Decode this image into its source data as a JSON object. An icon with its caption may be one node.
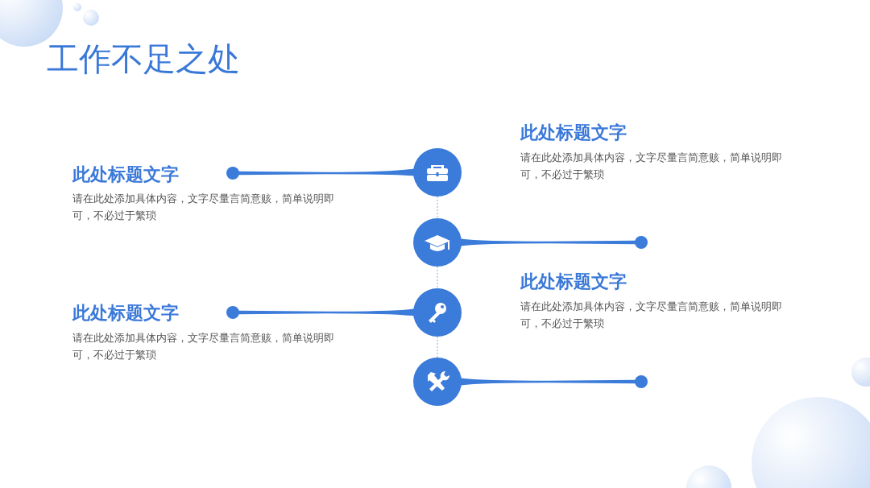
{
  "diagram": {
    "title": "工作不足之处",
    "nodes": [
      {
        "text": [],
        "shape": "circle"
      },
      {
        "text": [],
        "shape": "circle"
      },
      {
        "text": [],
        "shape": "circle"
      },
      {
        "text": [],
        "shape": "circle"
      },
      {
        "text": [],
        "shape": "circle"
      },
      {
        "text": [],
        "shape": "circle"
      },
      {
        "text": [],
        "shape": "circle"
      },
      {
        "text": [],
        "shape": "circle"
      }
    ],
    "edges": [
      {
        "from": 0,
        "to": 1,
        "arrow": "none"
      },
      {
        "from": 2,
        "to": 3,
        "arrow": "none"
      },
      {
        "from": 4,
        "to": 5,
        "arrow": "none"
      },
      {
        "from": 6,
        "to": 7,
        "arrow": "none"
      },
      {
        "from": 0,
        "to": 2,
        "arrow": "none",
        "style": "dashed"
      },
      {
        "from": 2,
        "to": 4,
        "arrow": "none",
        "style": "dashed"
      },
      {
        "from": 4,
        "to": 6,
        "arrow": "none",
        "style": "dashed"
      }
    ],
    "labels": [
      "此处标题文字",
      "请在此处添加具体内容，文字尽量言简意赅，简单说明即可，不必过于繁琐",
      "此处标题文字",
      "请在此处添加具体内容，文字尽量言简意赅，简单说明即可，不必过于繁琐",
      "此处标题文字",
      "请在此处添加具体内容，文字尽量言简意赅，简单说明即可，不必过于繁琐",
      "此处标题文字",
      "请在此处添加具体内容，文字尽量言简意赅，简单说明即可，不必过于繁琐"
    ]
  }
}
